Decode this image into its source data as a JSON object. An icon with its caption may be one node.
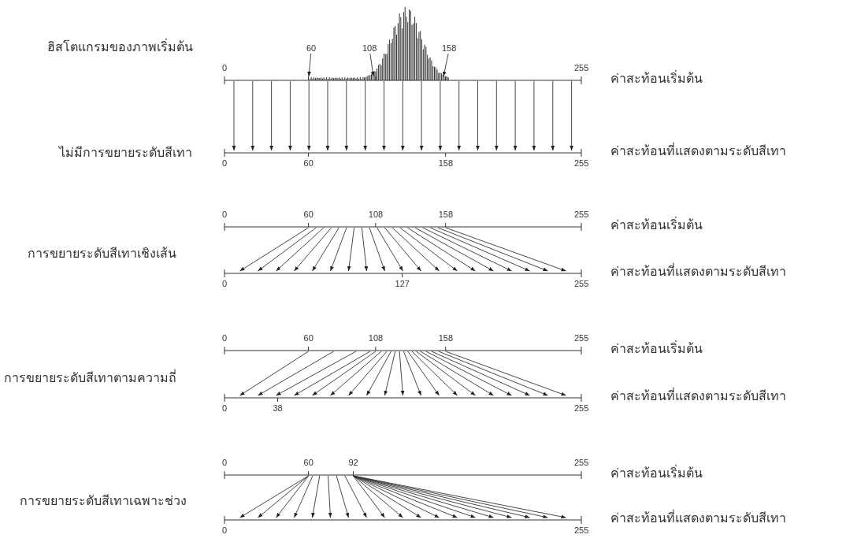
{
  "diagram": {
    "nodes": [
      {
        "text": [
          "60"
        ]
      },
      {
        "text": [
          "108"
        ]
      },
      {
        "text": [
          "158"
        ]
      },
      {
        "text": [],
        "shape": "bar",
        "beside": [
          "ค่าสะท้อนเริ่มต้น"
        ]
      },
      {
        "text": [],
        "shape": "bar",
        "beside": [
          "ค่าสะท้อนที่แสดงตามระดับสีเทา"
        ]
      },
      {
        "text": [],
        "shape": "bar",
        "beside": [
          "ค่าสะท้อนเริ่มต้น"
        ]
      },
      {
        "text": [],
        "shape": "bar",
        "beside": [
          "ค่าสะท้อนที่แสดงตามระดับสีเทา"
        ]
      },
      {
        "text": [],
        "shape": "bar",
        "beside": [
          "ค่าสะท้อนเริ่มต้น"
        ]
      },
      {
        "text": [],
        "shape": "bar",
        "beside": [
          "ค่าสะท้อนที่แสดงตามระดับสีเทา"
        ]
      },
      {
        "text": [],
        "shape": "bar",
        "beside": [
          "ค่าสะท้อนเริ่มต้น"
        ]
      },
      {
        "text": [],
        "shape": "bar",
        "beside": [
          "ค่าสะท้อนที่แสดงตามระดับสีเทา"
        ]
      }
    ],
    "edges": [
      {
        "from": 0,
        "to": 3,
        "arrow": "to"
      },
      {
        "from": 1,
        "to": 3,
        "arrow": "to"
      },
      {
        "from": 2,
        "to": 3,
        "arrow": "to"
      },
      {
        "from": 3,
        "to": 4,
        "arrow": "to"
      },
      {
        "from": 3,
        "to": 4,
        "arrow": "to"
      },
      {
        "from": 3,
        "to": 4,
        "arrow": "to"
      },
      {
        "from": 3,
        "to": 4,
        "arrow": "to"
      },
      {
        "from": 3,
        "to": 4,
        "arrow": "to"
      },
      {
        "from": 3,
        "to": 4,
        "arrow": "to"
      },
      {
        "from": 3,
        "to": 4,
        "arrow": "to"
      },
      {
        "from": 3,
        "to": 4,
        "arrow": "to"
      },
      {
        "from": 3,
        "to": 4,
        "arrow": "to"
      },
      {
        "from": 3,
        "to": 4,
        "arrow": "to"
      },
      {
        "from": 3,
        "to": 4,
        "arrow": "to"
      },
      {
        "from": 3,
        "to": 4,
        "arrow": "to"
      },
      {
        "from": 3,
        "to": 4,
        "arrow": "to"
      },
      {
        "from": 3,
        "to": 4,
        "arrow": "to"
      },
      {
        "from": 3,
        "to": 4,
        "arrow": "to"
      },
      {
        "from": 3,
        "to": 4,
        "arrow": "to"
      },
      {
        "from": 3,
        "to": 4,
        "arrow": "to"
      },
      {
        "from": 3,
        "to": 4,
        "arrow": "to"
      },
      {
        "from": 3,
        "to": 4,
        "arrow": "to"
      },
      {
        "from": 5,
        "to": 6,
        "arrow": "to"
      },
      {
        "from": 5,
        "to": 6,
        "arrow": "to"
      },
      {
        "from": 5,
        "to": 6,
        "arrow": "to"
      },
      {
        "from": 5,
        "to": 6,
        "arrow": "to"
      },
      {
        "from": 5,
        "to": 6,
        "arrow": "to"
      },
      {
        "from": 5,
        "to": 6,
        "arrow": "to"
      },
      {
        "from": 5,
        "to": 6,
        "arrow": "to"
      },
      {
        "from": 5,
        "to": 6,
        "arrow": "to"
      },
      {
        "from": 5,
        "to": 6,
        "arrow": "to"
      },
      {
        "from": 5,
        "to": 6,
        "arrow": "to"
      },
      {
        "from": 5,
        "to": 6,
        "arrow": "to"
      },
      {
        "from": 5,
        "to": 6,
        "arrow": "to"
      },
      {
        "from": 5,
        "to": 6,
        "arrow": "to"
      },
      {
        "from": 5,
        "to": 6,
        "arrow": "to"
      },
      {
        "from": 5,
        "to": 6,
        "arrow": "to"
      },
      {
        "from": 5,
        "to": 6,
        "arrow": "to"
      },
      {
        "from": 5,
        "to": 6,
        "arrow": "to"
      },
      {
        "from": 5,
        "to": 6,
        "arrow": "to"
      },
      {
        "from": 5,
        "to": 6,
        "arrow": "to"
      },
      {
        "from": 7,
        "to": 8,
        "arrow": "to"
      },
      {
        "from": 7,
        "to": 8,
        "arrow": "to"
      },
      {
        "from": 7,
        "to": 8,
        "arrow": "to"
      },
      {
        "from": 7,
        "to": 8,
        "arrow": "to"
      },
      {
        "from": 7,
        "to": 8,
        "arrow": "to"
      },
      {
        "from": 7,
        "to": 8,
        "arrow": "to"
      },
      {
        "from": 7,
        "to": 8,
        "arrow": "to"
      },
      {
        "from": 7,
        "to": 8,
        "arrow": "to"
      },
      {
        "from": 7,
        "to": 8,
        "arrow": "to"
      },
      {
        "from": 7,
        "to": 8,
        "arrow": "to"
      },
      {
        "from": 7,
        "to": 8,
        "arrow": "to"
      },
      {
        "from": 7,
        "to": 8,
        "arrow": "to"
      },
      {
        "from": 7,
        "to": 8,
        "arrow": "to"
      },
      {
        "from": 7,
        "to": 8,
        "arrow": "to"
      },
      {
        "from": 7,
        "to": 8,
        "arrow": "to"
      },
      {
        "from": 7,
        "to": 8,
        "arrow": "to"
      },
      {
        "from": 7,
        "to": 8,
        "arrow": "to"
      },
      {
        "from": 7,
        "to": 8,
        "arrow": "to"
      },
      {
        "from": 7,
        "to": 8,
        "arrow": "to"
      },
      {
        "from": 9,
        "to": 10,
        "arrow": "to"
      },
      {
        "from": 9,
        "to": 10,
        "arrow": "to"
      },
      {
        "from": 9,
        "to": 10,
        "arrow": "to"
      },
      {
        "from": 9,
        "to": 10,
        "arrow": "to"
      },
      {
        "from": 9,
        "to": 10,
        "arrow": "to"
      },
      {
        "from": 9,
        "to": 10,
        "arrow": "to"
      },
      {
        "from": 9,
        "to": 10,
        "arrow": "to"
      },
      {
        "from": 9,
        "to": 10,
        "arrow": "to"
      },
      {
        "from": 9,
        "to": 10,
        "arrow": "to"
      },
      {
        "from": 9,
        "to": 10,
        "arrow": "to"
      },
      {
        "from": 9,
        "to": 10,
        "arrow": "to"
      },
      {
        "from": 9,
        "to": 10,
        "arrow": "to"
      },
      {
        "from": 9,
        "to": 10,
        "arrow": "to"
      },
      {
        "from": 9,
        "to": 10,
        "arrow": "to"
      },
      {
        "from": 9,
        "to": 10,
        "arrow": "to"
      },
      {
        "from": 9,
        "to": 10,
        "arrow": "to"
      },
      {
        "from": 9,
        "to": 10,
        "arrow": "to"
      },
      {
        "from": 9,
        "to": 10,
        "arrow": "to"
      },
      {
        "from": 9,
        "to": 10,
        "arrow": "to"
      }
    ],
    "labels": [
      "ฮิสโตแกรมของภาพเริ่มต้น",
      "0",
      "255",
      "ไม่มีการขยายระดับสีเทา",
      "0",
      "60",
      "158",
      "255",
      "0",
      "60",
      "108",
      "158",
      "255",
      "การขยายระดับสีเทาเชิงเส้น",
      "0",
      "127",
      "255",
      "0",
      "60",
      "108",
      "158",
      "255",
      "การขยายระดับสีเทาตามความถี่",
      "0",
      "38",
      "255",
      "0",
      "60",
      "92",
      "255",
      "การขยายระดับสีเทาเฉพาะช่วง",
      "0",
      "255"
    ]
  }
}
